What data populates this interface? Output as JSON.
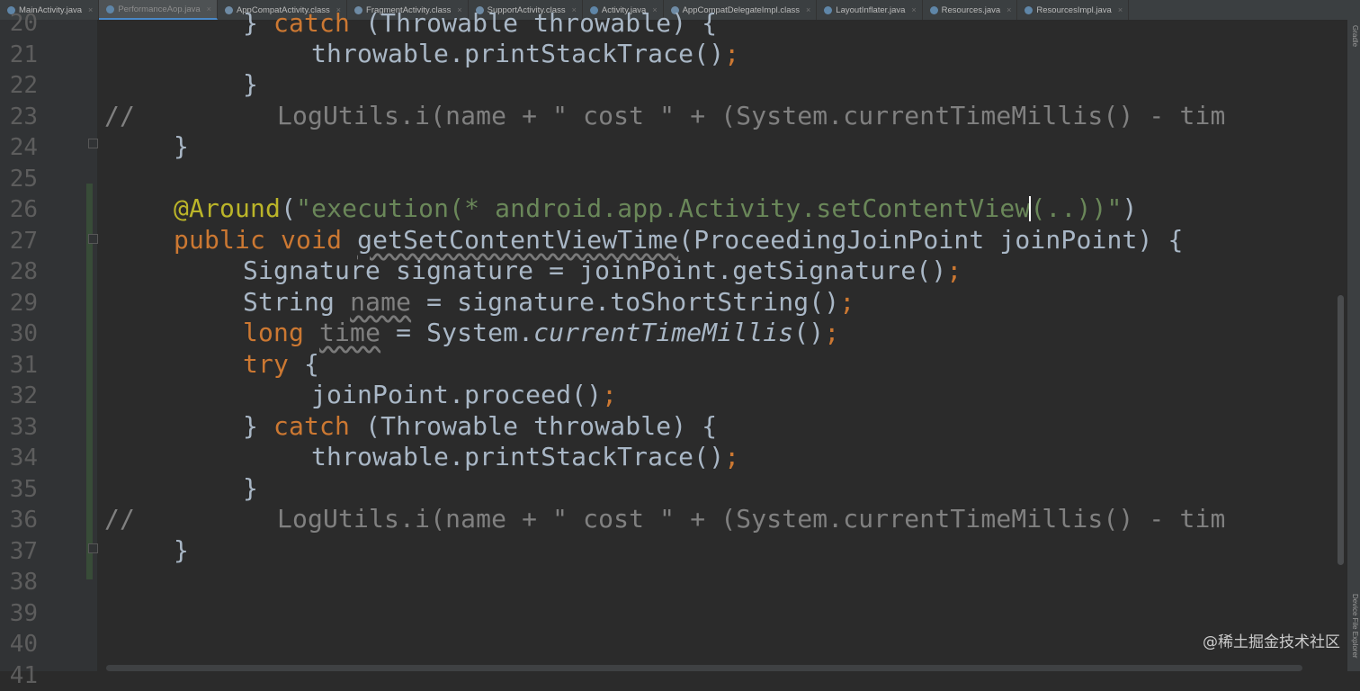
{
  "tabs": [
    {
      "label": "MainActivity.java",
      "icon": "java-class-icon",
      "active": false
    },
    {
      "label": "PerformanceAop.java",
      "icon": "java-class-icon",
      "active": true
    },
    {
      "label": "AppCompatActivity.class",
      "icon": "class-file-icon",
      "active": false
    },
    {
      "label": "FragmentActivity.class",
      "icon": "class-file-icon",
      "active": false
    },
    {
      "label": "SupportActivity.class",
      "icon": "class-file-icon",
      "active": false
    },
    {
      "label": "Activity.java",
      "icon": "java-class-icon",
      "active": false
    },
    {
      "label": "AppCompatDelegateImpl.class",
      "icon": "class-file-icon",
      "active": false
    },
    {
      "label": "LayoutInflater.java",
      "icon": "java-class-icon",
      "active": false
    },
    {
      "label": "Resources.java",
      "icon": "java-class-icon",
      "active": false
    },
    {
      "label": "ResourcesImpl.java",
      "icon": "java-class-icon",
      "active": false
    }
  ],
  "tab_close_glyph": "×",
  "gutter": {
    "line_numbers": [
      "20",
      "21",
      "22",
      "23",
      "24",
      "25",
      "26",
      "27",
      "28",
      "29",
      "30",
      "31",
      "32",
      "33",
      "34",
      "35",
      "36",
      "37",
      "38",
      "39",
      "40",
      "41"
    ]
  },
  "code": {
    "l20a": "} ",
    "l20b": "catch",
    "l20c": " (Throwable throwable) {",
    "l21a": "throwable.printStackTrace()",
    "l21b": ";",
    "l22": "}",
    "l23a": "//",
    "l23b": "LogUtils.i(name + \" cost \" + (System.currentTimeMillis() - tim",
    "l24": "}",
    "l26a": "@Around",
    "l26b": "(",
    "l26c": "\"execution(* android.app.Activity.setContentView",
    "l26d": "(..))\"",
    "l26e": ")",
    "l27a": "public void ",
    "l27b": "getSetContentViewTime",
    "l27c": "(ProceedingJoinPoint joinPoint) {",
    "l28a": "Signature signature = joinPoint.getSignature()",
    "l28b": ";",
    "l29a": "String ",
    "l29b": "name",
    "l29c": " = signature.toShortString()",
    "l29d": ";",
    "l30a": "long ",
    "l30b": "time",
    "l30c": " = System.",
    "l30d": "currentTimeMillis",
    "l30e": "()",
    "l30f": ";",
    "l31a": "try",
    "l31b": " {",
    "l32a": "joinPoint.proceed()",
    "l32b": ";",
    "l33a": "} ",
    "l33b": "catch",
    "l33c": " (Throwable throwable) {",
    "l34a": "throwable.printStackTrace()",
    "l34b": ";",
    "l35": "}",
    "l36a": "//",
    "l36b": "LogUtils.i(name + \" cost \" + (System.currentTimeMillis() - tim",
    "l37": "}"
  },
  "right_panels": {
    "top": "Gradle",
    "bottom": "Device File Explorer"
  },
  "watermark": "@稀土掘金技术社区",
  "colors": {
    "background": "#2b2b2b",
    "keyword": "#cc7832",
    "string": "#6a8759",
    "annotation": "#bbb529",
    "comment": "#808080",
    "text": "#a9b7c6"
  }
}
